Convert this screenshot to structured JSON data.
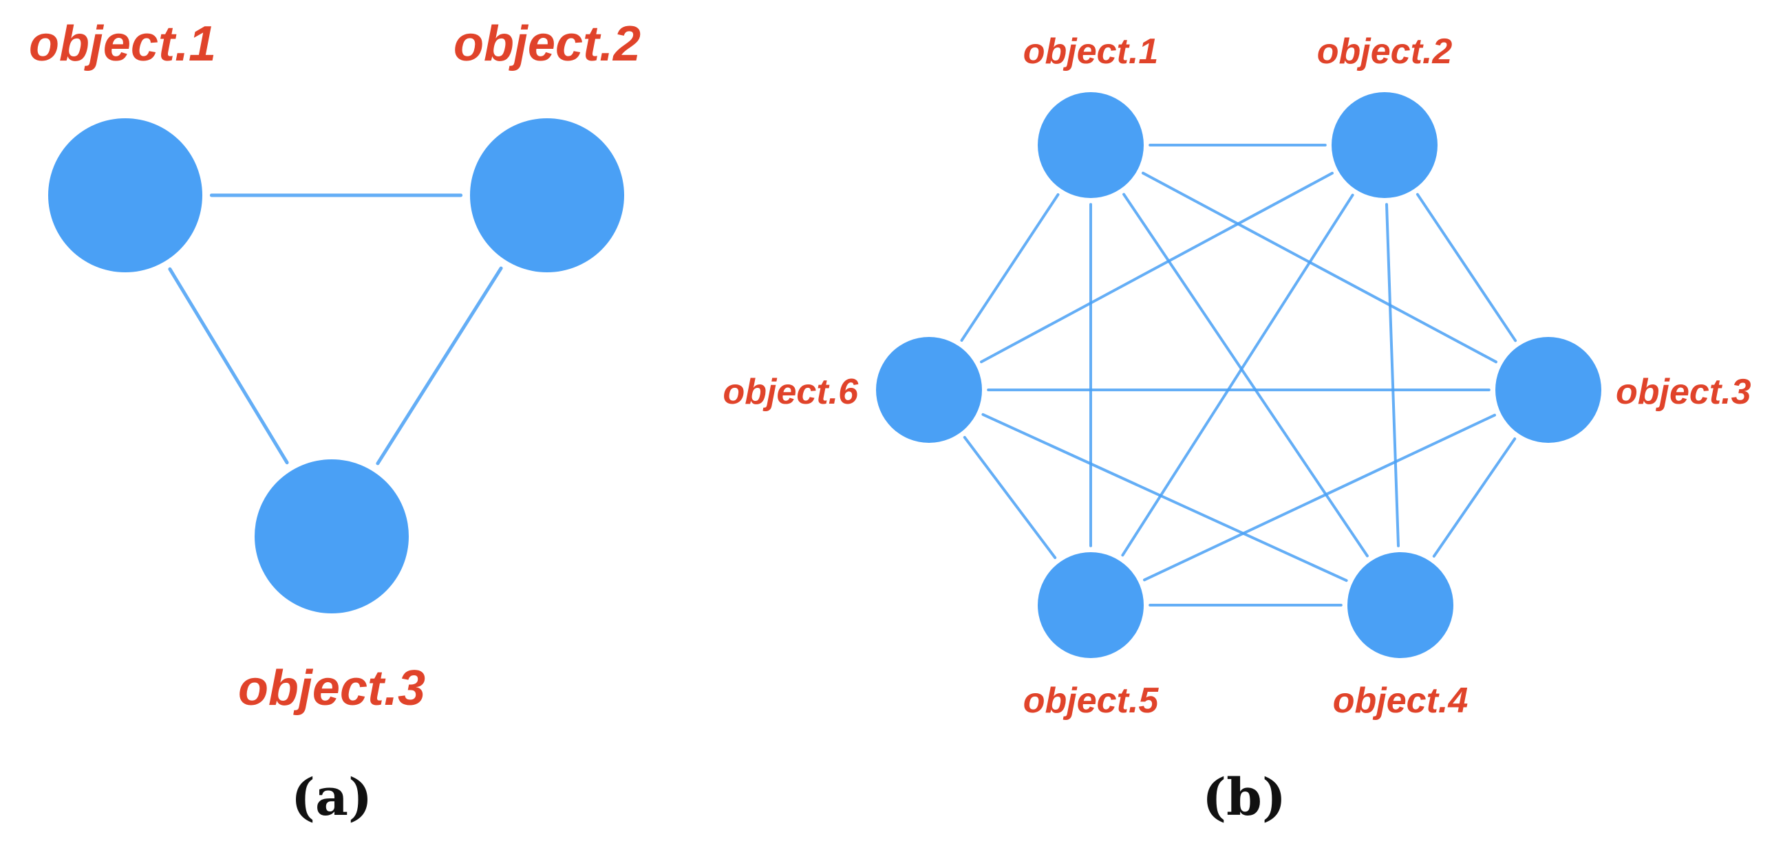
{
  "colors": {
    "node": "#4aa0f5",
    "edge": "#4aa0f5",
    "label": "#e0432a",
    "caption": "#111111"
  },
  "panel_a": {
    "caption": "(a)",
    "nodes": [
      {
        "id": "n1",
        "label": "object.1"
      },
      {
        "id": "n2",
        "label": "object.2"
      },
      {
        "id": "n3",
        "label": "object.3"
      }
    ],
    "edges": [
      [
        "n1",
        "n2"
      ],
      [
        "n1",
        "n3"
      ],
      [
        "n2",
        "n3"
      ]
    ]
  },
  "panel_b": {
    "caption": "(b)",
    "nodes": [
      {
        "id": "n1",
        "label": "object.1"
      },
      {
        "id": "n2",
        "label": "object.2"
      },
      {
        "id": "n3",
        "label": "object.3"
      },
      {
        "id": "n4",
        "label": "object.4"
      },
      {
        "id": "n5",
        "label": "object.5"
      },
      {
        "id": "n6",
        "label": "object.6"
      }
    ],
    "edges": [
      [
        "n1",
        "n2"
      ],
      [
        "n1",
        "n3"
      ],
      [
        "n1",
        "n4"
      ],
      [
        "n1",
        "n5"
      ],
      [
        "n1",
        "n6"
      ],
      [
        "n2",
        "n3"
      ],
      [
        "n2",
        "n4"
      ],
      [
        "n2",
        "n5"
      ],
      [
        "n2",
        "n6"
      ],
      [
        "n3",
        "n4"
      ],
      [
        "n3",
        "n5"
      ],
      [
        "n3",
        "n6"
      ],
      [
        "n4",
        "n5"
      ],
      [
        "n4",
        "n6"
      ],
      [
        "n5",
        "n6"
      ]
    ]
  }
}
